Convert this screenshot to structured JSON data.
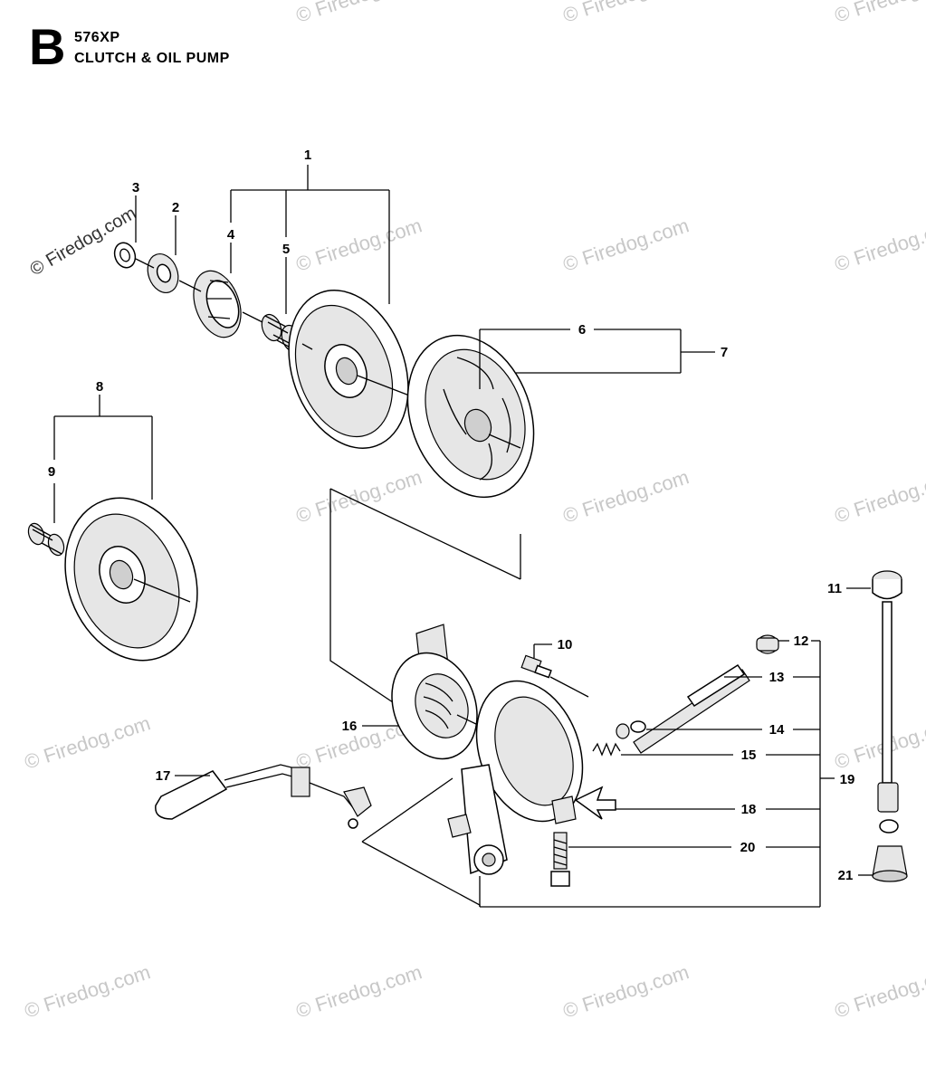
{
  "header": {
    "sheet_letter": "B",
    "model": "576XP",
    "title": "CLUTCH & OIL PUMP"
  },
  "watermark": "© Firedog.com",
  "callouts": [
    "1",
    "2",
    "3",
    "4",
    "5",
    "6",
    "7",
    "8",
    "9",
    "10",
    "11",
    "12",
    "13",
    "14",
    "15",
    "16",
    "17",
    "18",
    "19",
    "20",
    "21"
  ]
}
